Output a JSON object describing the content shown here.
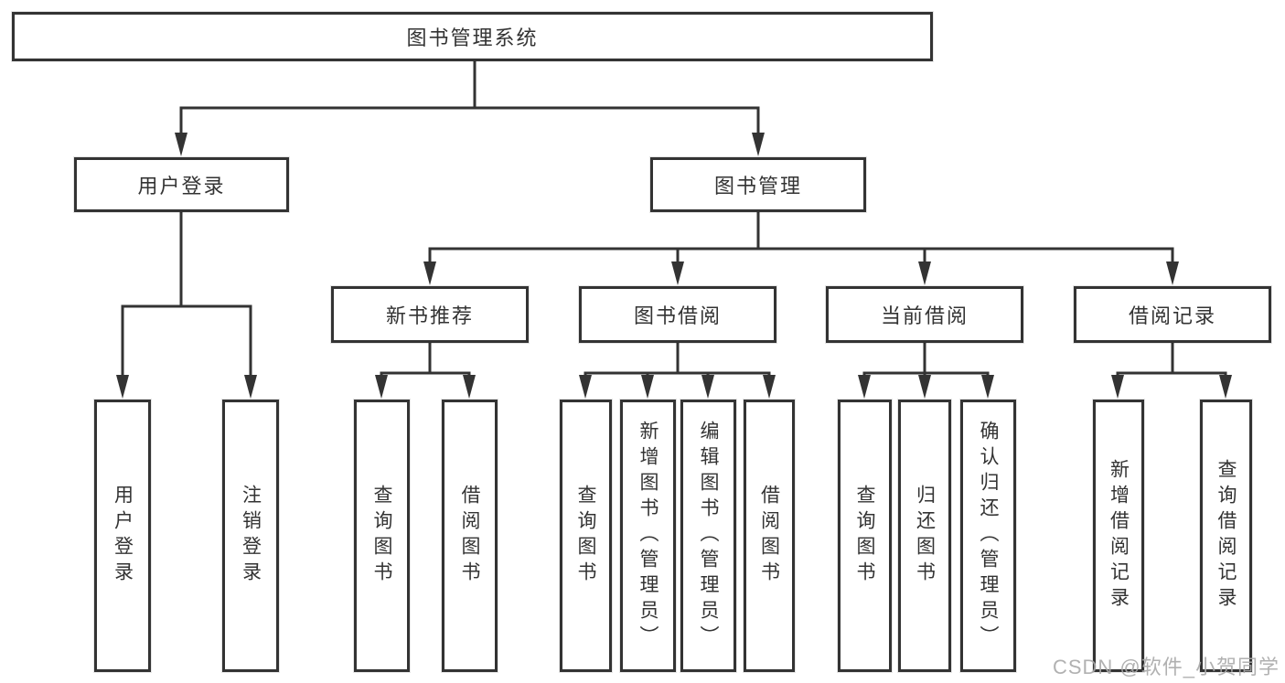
{
  "diagram_type": "org-chart",
  "watermark": "CSDN @软件_小贺同学",
  "colors": {
    "line": "#333333",
    "box_border": "#333333",
    "text": "#333333",
    "watermark": "#a8a8a8",
    "background": "#ffffff"
  },
  "tree": {
    "root": {
      "label": "图书管理系统",
      "children": [
        {
          "label": "用户登录",
          "children": [
            {
              "label": "用户登录"
            },
            {
              "label": "注销登录"
            }
          ]
        },
        {
          "label": "图书管理",
          "children": [
            {
              "label": "新书推荐",
              "children": [
                {
                  "label": "查询图书"
                },
                {
                  "label": "借阅图书"
                }
              ]
            },
            {
              "label": "图书借阅",
              "children": [
                {
                  "label": "查询图书"
                },
                {
                  "label": "新增图书（管理员）"
                },
                {
                  "label": "编辑图书（管理员）"
                },
                {
                  "label": "借阅图书"
                }
              ]
            },
            {
              "label": "当前借阅",
              "children": [
                {
                  "label": "查询图书"
                },
                {
                  "label": "归还图书"
                },
                {
                  "label": "确认归还（管理员）"
                }
              ]
            },
            {
              "label": "借阅记录",
              "children": [
                {
                  "label": "新增借阅记录"
                },
                {
                  "label": "查询借阅记录"
                }
              ]
            }
          ]
        }
      ]
    }
  }
}
